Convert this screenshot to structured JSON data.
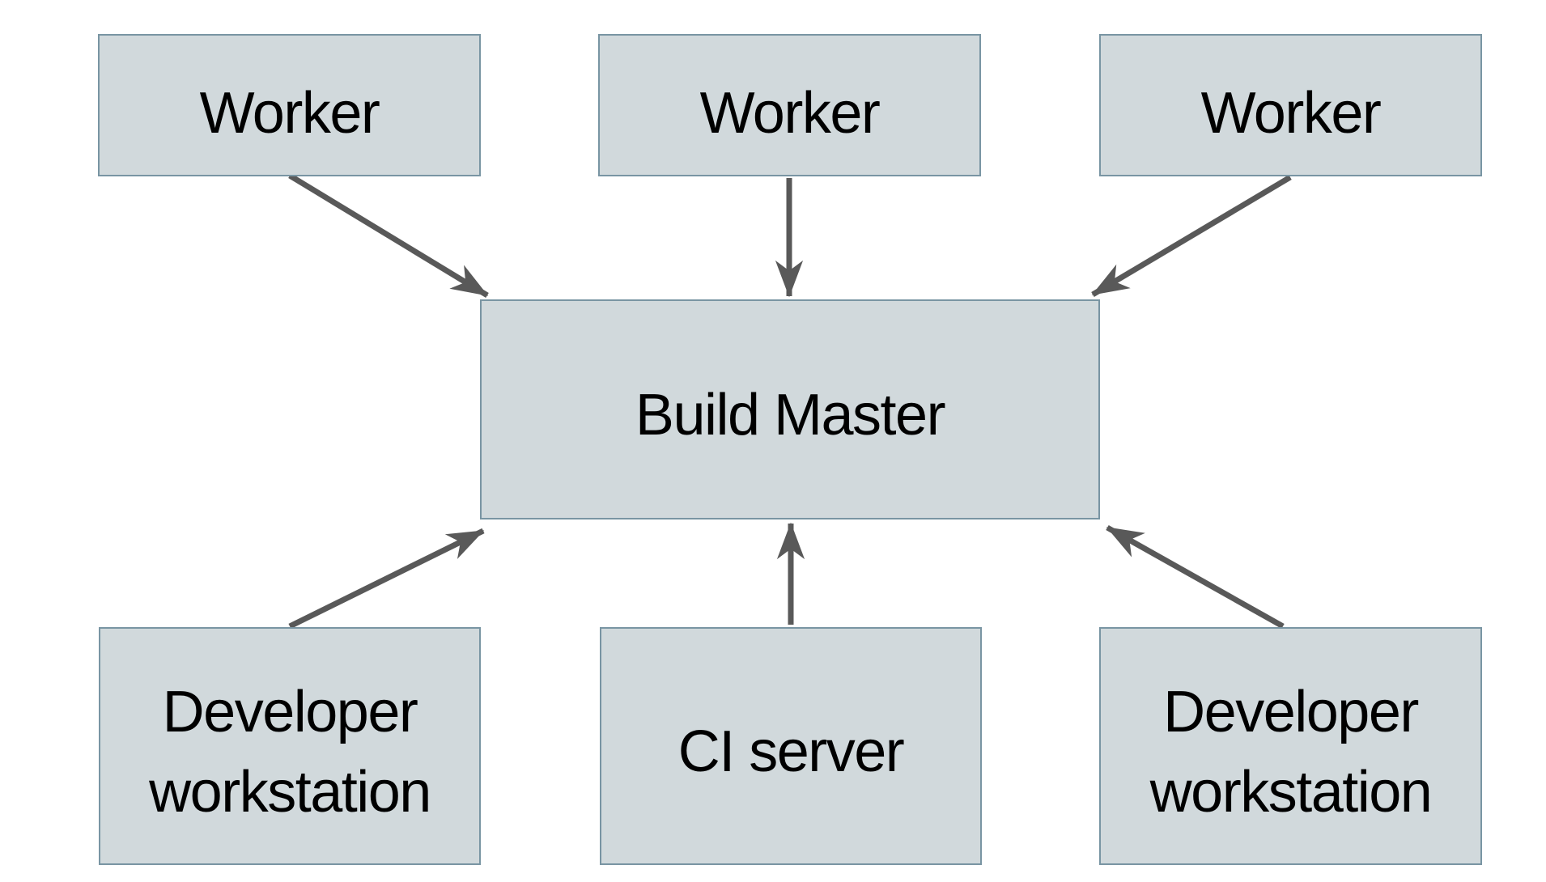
{
  "diagram": {
    "nodes": {
      "worker_1": {
        "label": "Worker"
      },
      "worker_2": {
        "label": "Worker"
      },
      "worker_3": {
        "label": "Worker"
      },
      "build_master": {
        "label": "Build Master"
      },
      "dev_workstation_left": {
        "label": "Developer workstation"
      },
      "ci_server": {
        "label": "CI server"
      },
      "dev_workstation_right": {
        "label": "Developer workstation"
      }
    },
    "edges": [
      {
        "from": "worker_1",
        "to": "build_master"
      },
      {
        "from": "worker_2",
        "to": "build_master"
      },
      {
        "from": "worker_3",
        "to": "build_master"
      },
      {
        "from": "dev_workstation_left",
        "to": "build_master"
      },
      {
        "from": "ci_server",
        "to": "build_master"
      },
      {
        "from": "dev_workstation_right",
        "to": "build_master"
      }
    ],
    "colors": {
      "node_fill": "#d1d9dc",
      "node_border": "#7995a3",
      "arrow": "#595959",
      "text": "#000000",
      "background": "#ffffff"
    }
  }
}
